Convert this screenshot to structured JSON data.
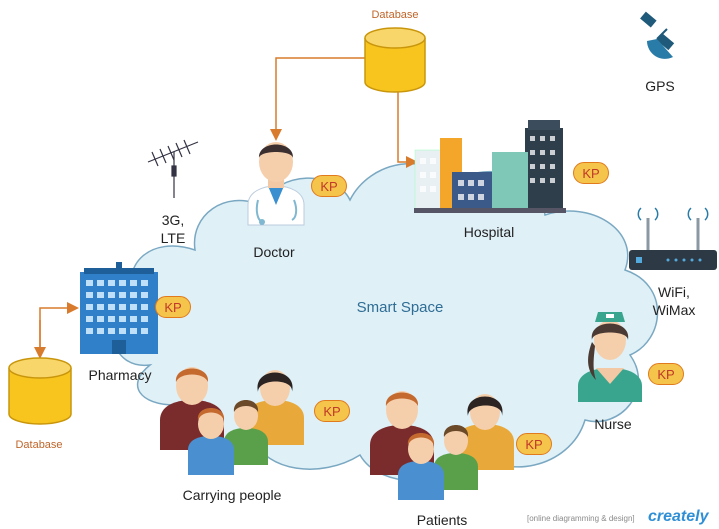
{
  "labels": {
    "database_top": "Database",
    "database_left": "Database",
    "gps": "GPS",
    "doctor": "Doctor",
    "hospital": "Hospital",
    "cellular_line1": "3G,",
    "cellular_line2": "LTE",
    "wifi_line1": "WiFi,",
    "wifi_line2": "WiMax",
    "smart_space": "Smart Space",
    "pharmacy": "Pharmacy",
    "nurse": "Nurse",
    "carrying_people": "Carrying people",
    "patients": "Patients"
  },
  "kp_badges": [
    "KP",
    "KP",
    "KP",
    "KP",
    "KP",
    "KP"
  ],
  "watermark": {
    "tagline": "[online diagramming & design]",
    "brand": "creately"
  },
  "colors": {
    "cloud_fill": "#dff0f7",
    "cloud_stroke": "#7aa8c2",
    "arrow": "#d97b2c",
    "kp_fill": "#f5c44a",
    "kp_text": "#c0392b",
    "database_fill": "#f7c51e"
  },
  "icons": [
    "satellite-icon",
    "database-icon",
    "antenna-icon",
    "doctor-icon",
    "hospital-icon",
    "router-icon",
    "pharmacy-building-icon",
    "nurse-icon",
    "family-icon",
    "patients-icon"
  ]
}
